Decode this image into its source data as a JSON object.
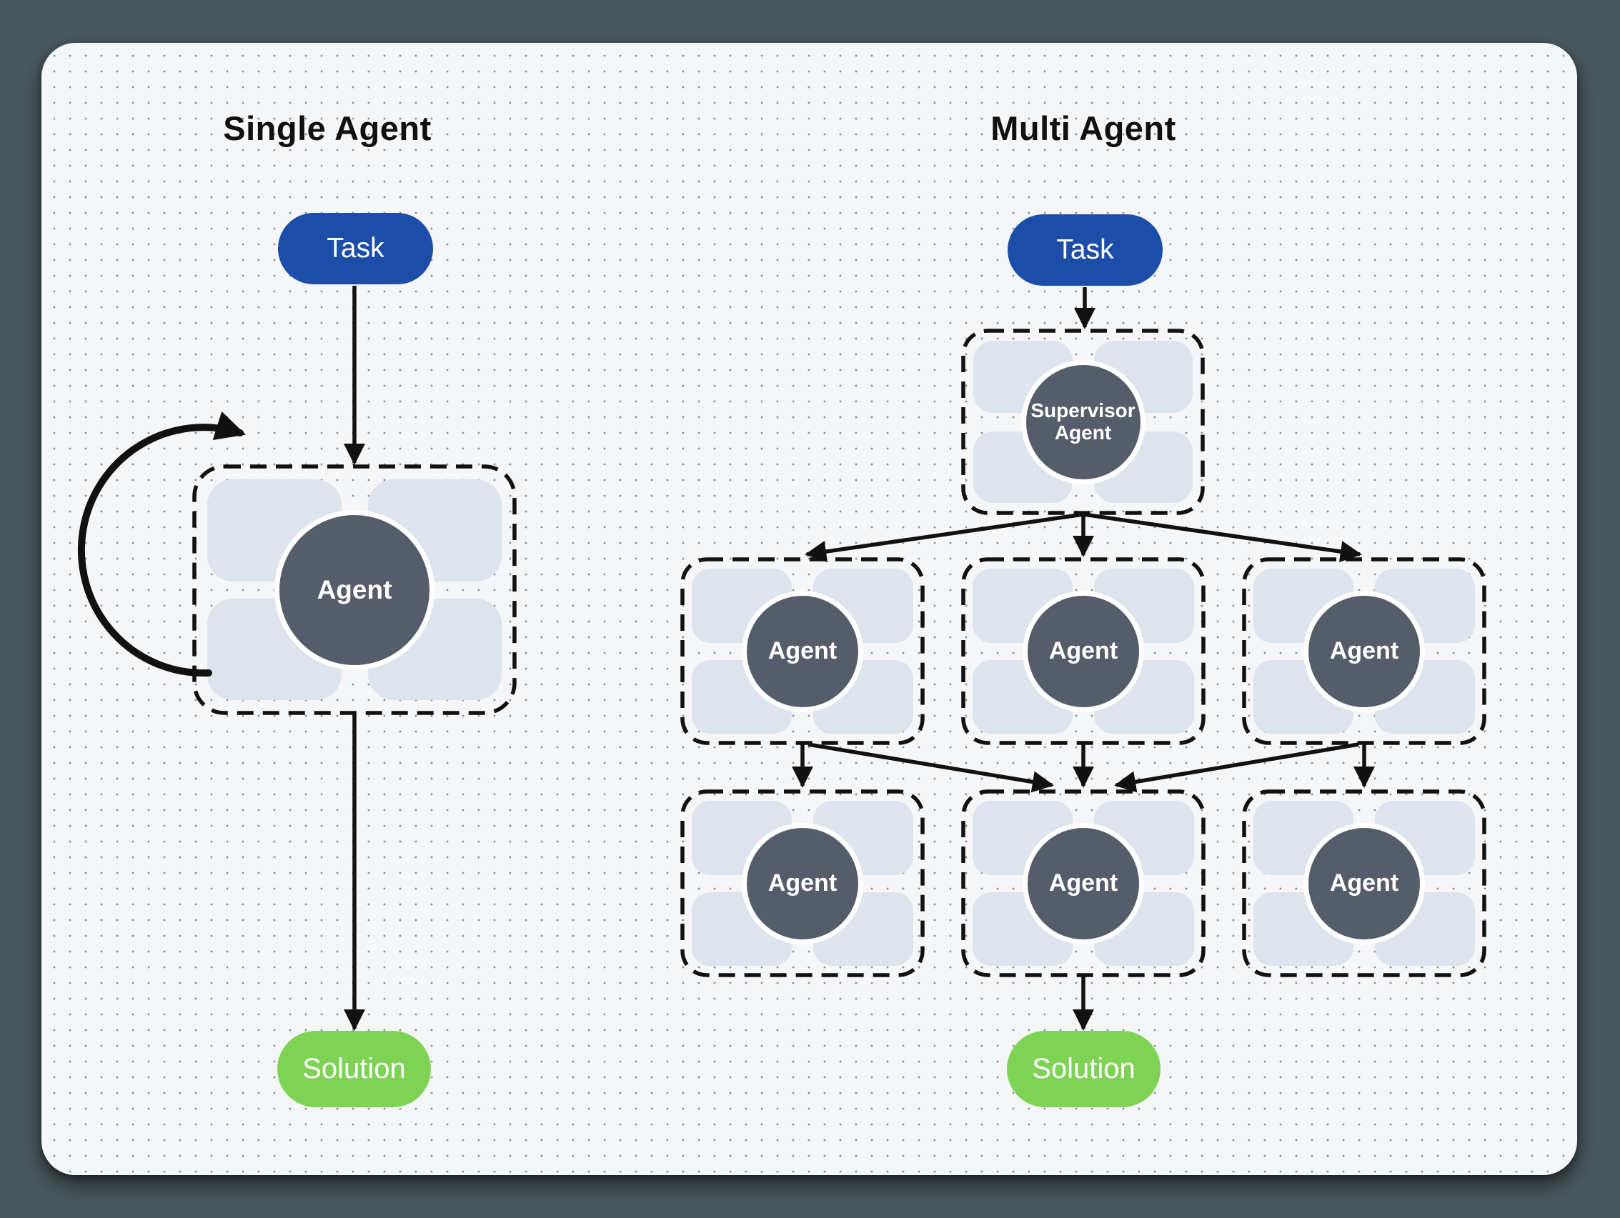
{
  "colors": {
    "page_background": "#48595e",
    "canvas_background": "#f5f6f8",
    "dot_color": "#8e9196",
    "task_blue": "#1c4da8",
    "solution_green": "#7ed355",
    "agent_circle": "#565d6a",
    "tile_blue_gray": "#dde4ee",
    "line_black": "#111111"
  },
  "single": {
    "title": "Single Agent",
    "task": "Task",
    "agent": "Agent",
    "solution": "Solution"
  },
  "multi": {
    "title": "Multi Agent",
    "task": "Task",
    "supervisor": "Supervisor Agent",
    "agents": [
      "Agent",
      "Agent",
      "Agent",
      "Agent",
      "Agent",
      "Agent"
    ],
    "solution": "Solution"
  }
}
